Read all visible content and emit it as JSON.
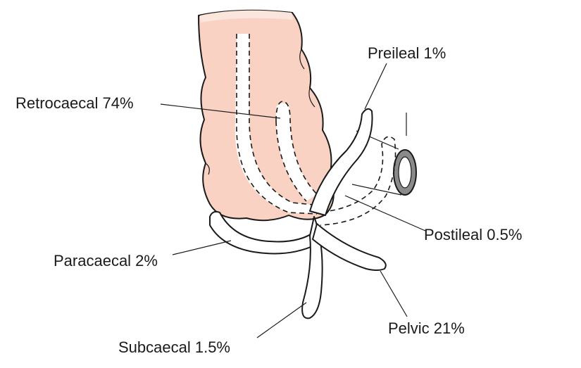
{
  "colors": {
    "caecum_fill": "#f9d2c3",
    "caecum_top_fill": "#fbe6dd",
    "outline": "#1a1a1a",
    "ileum_ring": "#8a8a8a",
    "background": "#ffffff"
  },
  "labels": {
    "preileal": "Preileal 1%",
    "retrocaecal": "Retrocaecal 74%",
    "postileal": "Postileal 0.5%",
    "paracaecal": "Paracaecal 2%",
    "pelvic": "Pelvic 21%",
    "subcaecal": "Subcaecal 1.5%"
  }
}
